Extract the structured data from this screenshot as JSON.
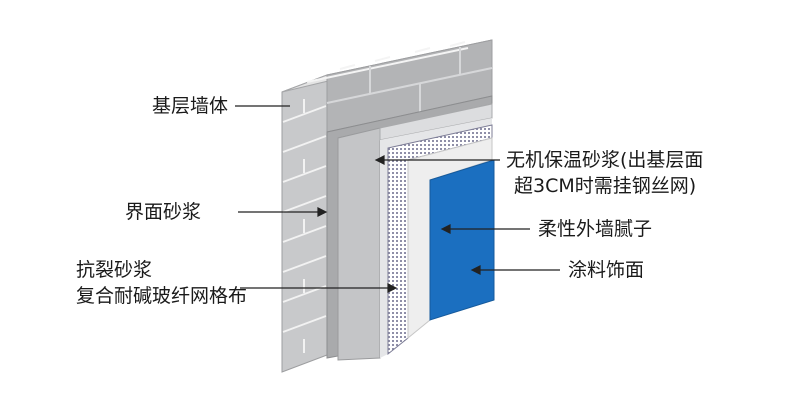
{
  "labels": {
    "base_wall": "基层墙体",
    "interface_mortar": "界面砂浆",
    "crack_mortar_line1": "抗裂砂浆",
    "crack_mortar_line2": "复合耐碱玻纤网格布",
    "insulation_line1": "无机保温砂浆(出基层面",
    "insulation_line2": "超3CM时需挂钢丝网)",
    "putty": "柔性外墙腻子",
    "coating": "涂料饰面"
  },
  "colors": {
    "brick_front": "#c8c9cb",
    "brick_top": "#e4e4e4",
    "brick_side": "#9d9ea0",
    "mortar_joint": "#f2f2f2",
    "interface_layer": "#a9aaac",
    "insulation_layer": "#dcdddf",
    "mesh_layer": "#8f8fa8",
    "putty_layer": "#ececec",
    "coating_layer": "#1b6fc0",
    "leader_line": "#222222"
  }
}
